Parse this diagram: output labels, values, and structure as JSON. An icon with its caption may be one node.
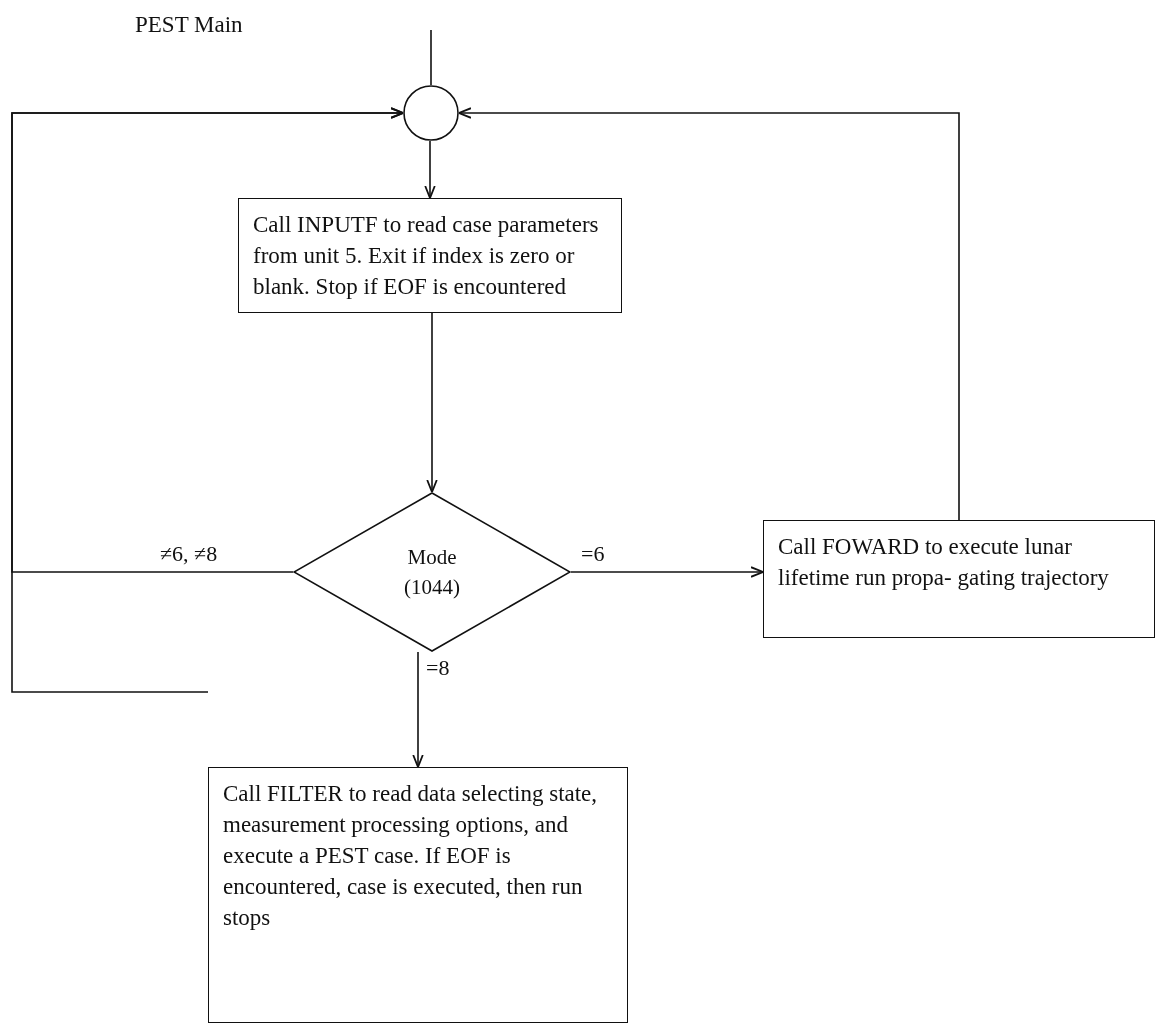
{
  "diagram": {
    "title": "PEST Main",
    "nodes": [
      {
        "text": [],
        "shape": "circle"
      },
      {
        "text": [
          "Call INPUTF to read case parameters from unit 5. Exit if index is zero or blank. Stop if EOF is encountered"
        ]
      },
      {
        "text": [
          "Mode (1044)"
        ]
      },
      {
        "text": [
          "Call FOWARD to execute lunar lifetime run propa- gating trajectory"
        ]
      },
      {
        "text": [
          "Call FILTER to read data selecting state, measurement processing options, and execute a PEST case. If EOF is encountered, case is executed, then run stops"
        ]
      }
    ],
    "edges": [
      {
        "from": null,
        "to": 0,
        "arrow": "none"
      },
      {
        "from": 0,
        "to": 1,
        "arrow": "to"
      },
      {
        "from": 1,
        "to": 2,
        "arrow": "to"
      },
      {
        "from": 2,
        "to": 3,
        "arrow": "to",
        "label": "=6"
      },
      {
        "from": 2,
        "to": 4,
        "arrow": "to",
        "label": "=8"
      },
      {
        "from": 2,
        "to": 0,
        "arrow": "to",
        "label": "≠6, ≠8"
      },
      {
        "from": 3,
        "to": 0,
        "arrow": "to"
      },
      {
        "from": 4,
        "to": 0,
        "arrow": "to"
      }
    ]
  }
}
